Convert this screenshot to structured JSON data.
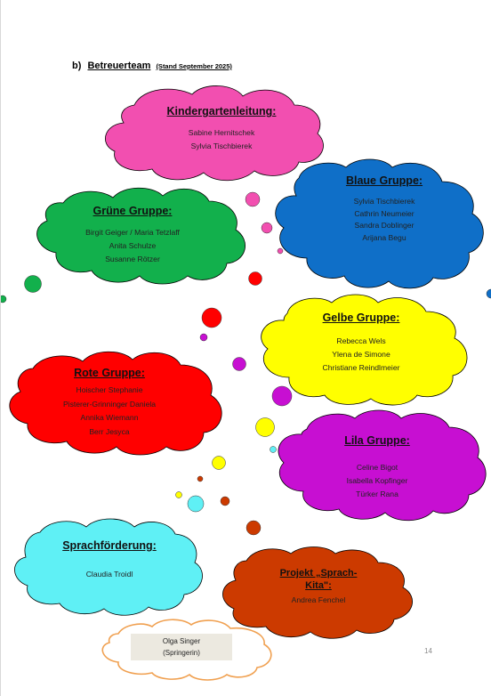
{
  "heading": {
    "label": "b)",
    "title": "Betreuerteam",
    "stand": "(Stand September 2025)"
  },
  "groups": [
    {
      "id": "kindergartenleitung",
      "title": "Kindergartenleitung:",
      "color": "#f24fb0",
      "members": [
        "Sabine Hernitschek",
        "Sylvia Tischbierek"
      ]
    },
    {
      "id": "blaue",
      "title": "Blaue Gruppe:",
      "color": "#0f6fc8",
      "members": [
        "Sylvia Tischbierek",
        "Cathrin Neumeier",
        "Sandra Doblinger",
        "Arijana Begu"
      ]
    },
    {
      "id": "gruene",
      "title": "Grüne Gruppe:",
      "color": "#12b04c",
      "members": [
        "Birgit Geiger / Maria Tetzlaff",
        "Anita Schulze",
        "Susanne Rötzer"
      ]
    },
    {
      "id": "gelbe",
      "title": "Gelbe Gruppe:",
      "color": "#ffff00",
      "members": [
        "Rebecca Wels",
        "Ylena de Simone",
        "Christiane Reindlmeier"
      ]
    },
    {
      "id": "rote",
      "title": "Rote Gruppe:",
      "color": "#ff0000",
      "members": [
        "Hoischer Stephanie",
        "Pisterer-Grinninger Daniela",
        "Annika Wiemann",
        "Berr Jesyca"
      ]
    },
    {
      "id": "lila",
      "title": "Lila Gruppe:",
      "color": "#c70fd2",
      "members": [
        "Celine Bigot",
        "Isabella Kopfinger",
        "Türker Rana"
      ]
    },
    {
      "id": "sprachfoerderung",
      "title": "Sprachförderung:",
      "color": "#5ff0f5",
      "members": [
        "Claudia Troidl"
      ]
    },
    {
      "id": "sprachkita",
      "title": "Projekt „Sprach-Kita\":",
      "title_line1": "Projekt „Sprach-",
      "title_line2": "Kita\":",
      "color": "#cc3a00",
      "members": [
        "Andrea Fenchel"
      ]
    }
  ],
  "springer": {
    "name": "Olga Singer",
    "role": "(Springerin)",
    "border_color": "#f0a050"
  },
  "page_number": "14"
}
